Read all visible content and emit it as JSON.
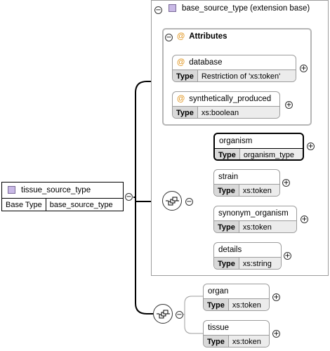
{
  "root": {
    "name": "tissue_source_type",
    "type_key": "Base Type",
    "type_value": "base_source_type"
  },
  "extension": {
    "title": "base_source_type (extension base)"
  },
  "attributes": {
    "title": "Attributes",
    "items": [
      {
        "name": "database",
        "type_key": "Type",
        "type_value": "Restriction of 'xs:token'"
      },
      {
        "name": "synthetically_produced",
        "type_key": "Type",
        "type_value": "xs:boolean"
      }
    ]
  },
  "sequence1": [
    {
      "name": "organism",
      "type_key": "Type",
      "type_value": "organism_type"
    },
    {
      "name": "strain",
      "type_key": "Type",
      "type_value": "xs:token"
    },
    {
      "name": "synonym_organism",
      "type_key": "Type",
      "type_value": "xs:token"
    },
    {
      "name": "details",
      "type_key": "Type",
      "type_value": "xs:string"
    }
  ],
  "sequence2": [
    {
      "name": "organ",
      "type_key": "Type",
      "type_value": "xs:token"
    },
    {
      "name": "tissue",
      "type_key": "Type",
      "type_value": "xs:token"
    }
  ],
  "icons": {
    "collapse": "minus-circle-icon",
    "expand": "plus-circle-icon",
    "sequence": "sequence-compositor-icon",
    "complex_type": "complex-type-icon",
    "attribute": "attribute-icon"
  },
  "glyphs": {
    "minus": "−",
    "plus": "+",
    "at": "@"
  },
  "colors": {
    "attribute_at": "#e29b2c",
    "type_square": "#c9b9e6",
    "header_cell": "#d9d9d9"
  }
}
